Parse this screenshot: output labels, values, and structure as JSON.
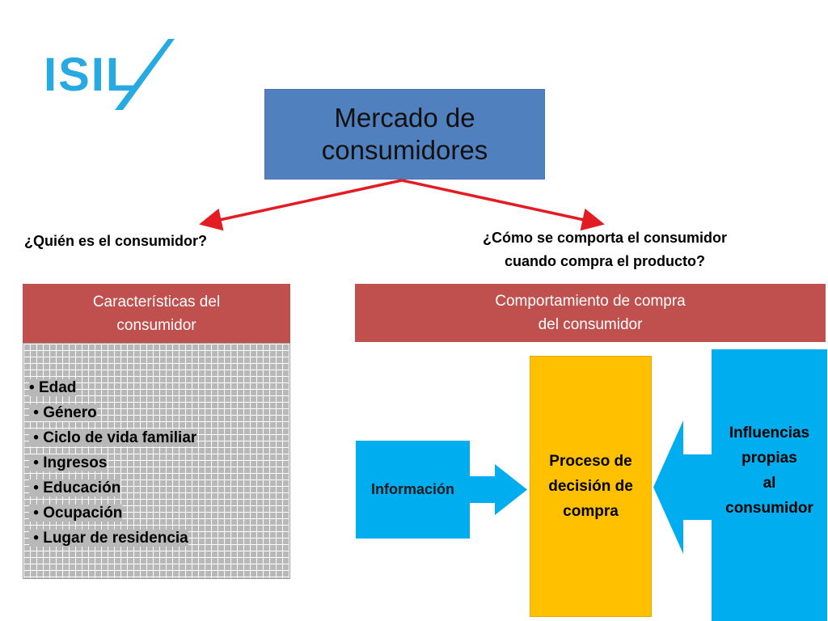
{
  "logo": {
    "text": "ISIL",
    "color": "#27a9e1"
  },
  "title": {
    "line1": "Mercado de",
    "line2": "consumidores"
  },
  "questions": {
    "left": "¿Quién es el consumidor?",
    "right_line1": "¿Cómo se comporta el consumidor",
    "right_line2": "cuando compra el producto?"
  },
  "characteristics": {
    "header_line1": "Características del",
    "header_line2": "consumidor",
    "items": [
      "Edad",
      "Género",
      "Ciclo de vida familiar",
      "Ingresos",
      "Educación",
      "Ocupación",
      "Lugar de residencia"
    ]
  },
  "behavior": {
    "header_line1": "Comportamiento de compra",
    "header_line2": "del consumidor"
  },
  "information": {
    "label": "Información"
  },
  "process": {
    "line1": "Proceso de",
    "line2": "decisión de",
    "line3": "compra"
  },
  "influences": {
    "line1": "Influencias",
    "line2": "propias",
    "line3": "al",
    "line4": "consumidor"
  },
  "colors": {
    "title_blue": "#5080be",
    "header_red": "#c0504d",
    "cyan": "#00aeef",
    "process_yellow": "#ffc000",
    "arrow_red": "#e31b23",
    "grid_gray": "#b8b8b8"
  }
}
